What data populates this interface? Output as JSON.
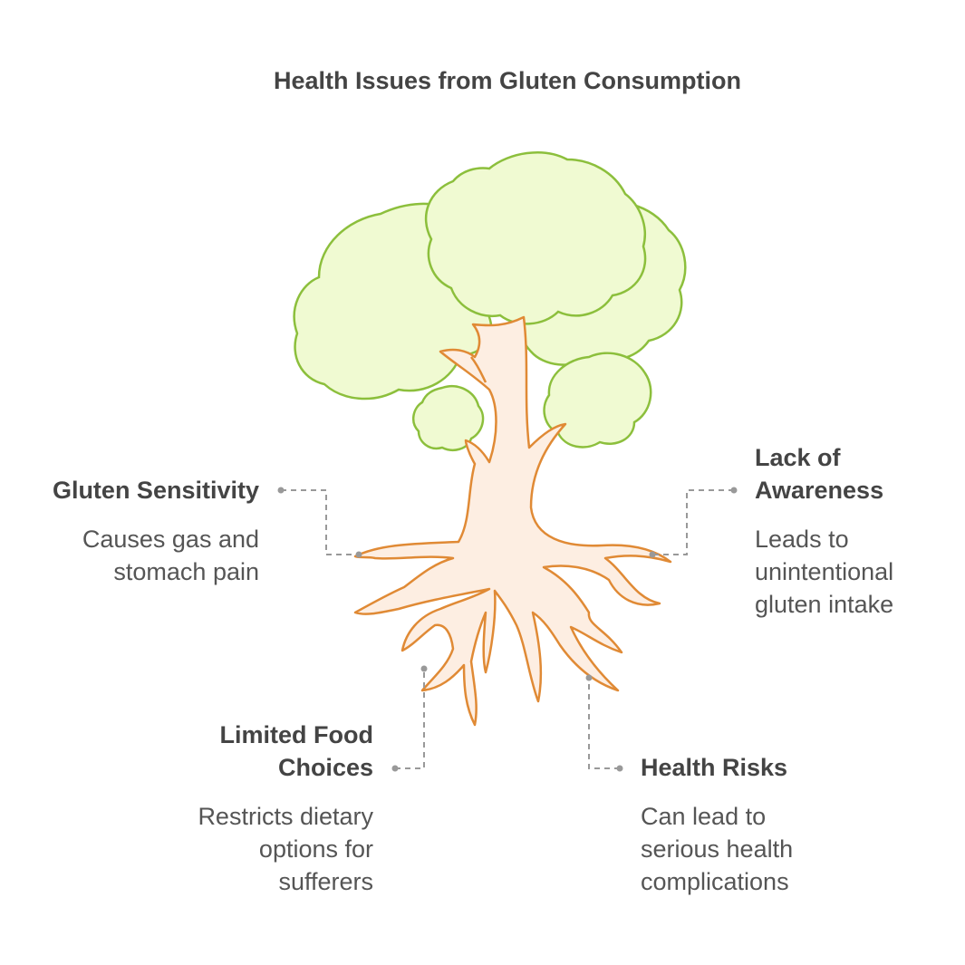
{
  "title": "Health Issues from Gluten Consumption",
  "colors": {
    "foliage_fill": "#f0fad2",
    "foliage_stroke": "#8cbf3c",
    "trunk_fill": "#fdeee2",
    "trunk_stroke": "#e08a35",
    "connector": "#999999",
    "text": "#444444"
  },
  "items": [
    {
      "heading": "Gluten Sensitivity",
      "description": "Causes gas and\nstomach pain"
    },
    {
      "heading": "Lack of\nAwareness",
      "description": "Leads to\nunintentional\ngluten intake"
    },
    {
      "heading": "Limited Food\nChoices",
      "description": "Restricts dietary\noptions for\nsufferers"
    },
    {
      "heading": "Health Risks",
      "description": "Can lead to\nserious health\ncomplications"
    }
  ]
}
